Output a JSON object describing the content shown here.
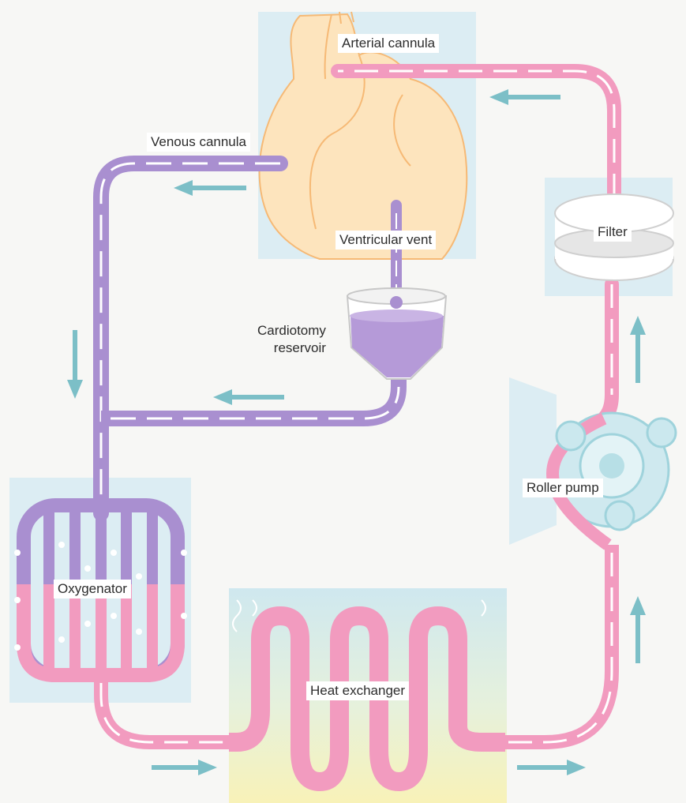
{
  "labels": {
    "arterial_cannula": "Arterial cannula",
    "venous_cannula": "Venous cannula",
    "ventricular_vent": "Ventricular vent",
    "cardiotomy_reservoir_line1": "Cardiotomy",
    "cardiotomy_reservoir_line2": "reservoir",
    "filter": "Filter",
    "roller_pump": "Roller pump",
    "oxygenator": "Oxygenator",
    "heat_exchanger": "Heat exchanger"
  },
  "colors": {
    "venous_tube": "#a98fd0",
    "arterial_tube": "#f29bbf",
    "flow_arrow": "#7cbfc7",
    "panel_blue": "#d6ecf3",
    "heart": "#fde2b8"
  },
  "icons": [
    "heart-illustration",
    "filter-icon",
    "roller-pump-icon",
    "oxygenator-icon",
    "heat-exchanger-coil",
    "cardiotomy-reservoir-icon",
    "flow-arrow-icon"
  ]
}
